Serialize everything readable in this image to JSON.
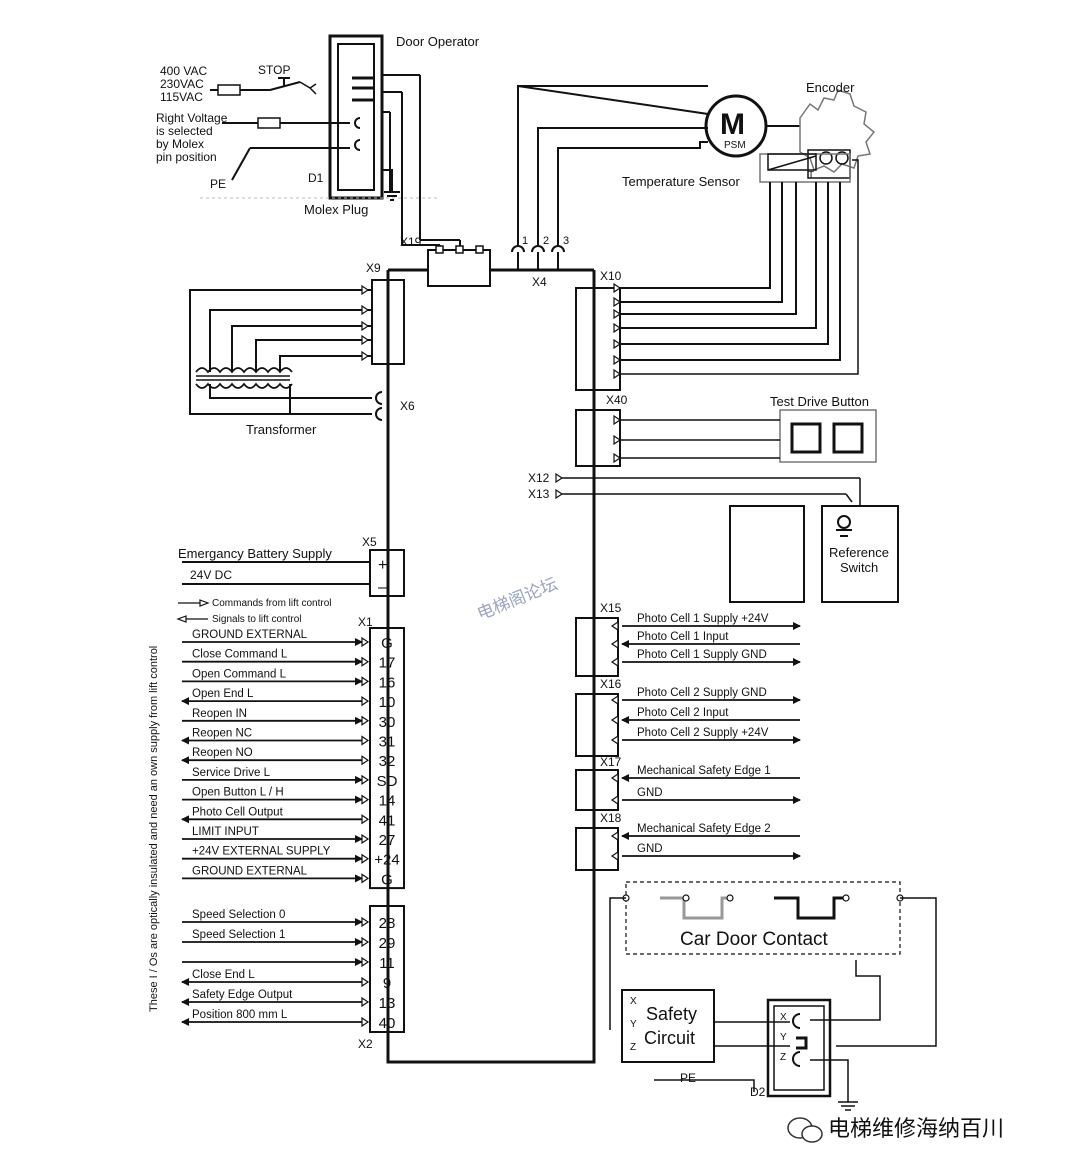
{
  "top": {
    "door_operator": "Door Operator",
    "voltages": [
      "400 VAC",
      "230VAC",
      "115VAC"
    ],
    "stop": "STOP",
    "right_voltage": [
      "Right Voltage",
      "is selected",
      "by Molex",
      "pin position"
    ],
    "pe": "PE",
    "d1": "D1",
    "molex_plug": "Molex Plug",
    "encoder": "Encoder",
    "motor_letter": "M",
    "motor_type": "PSM",
    "temperature_sensor": "Temperature Sensor",
    "t_label": "T"
  },
  "connectors": {
    "x19": "X19",
    "x4": "X4",
    "x4_pins": [
      "1",
      "2",
      "3"
    ],
    "x9": "X9",
    "x6": "X6",
    "x10": "X10",
    "x40": "X40",
    "x12": "X12",
    "x13": "X13",
    "x5": "X5",
    "x1": "X1",
    "x2": "X2",
    "x15": "X15",
    "x16": "X16",
    "x17": "X17",
    "x18": "X18",
    "d2": "D2"
  },
  "left": {
    "transformer": "Transformer",
    "emergency": "Emergancy Battery Supply",
    "dc24": "24V DC",
    "x5_plus": "+",
    "x5_minus": "–",
    "legend_commands": "Commands from lift control",
    "legend_signals": "Signals to lift control",
    "vertical_note": "These I / Os are optically insulated and need an own supply from lift control",
    "x1_rows": [
      {
        "label": "GROUND EXTERNAL",
        "pin": "G"
      },
      {
        "label": "Close Command  L",
        "pin": "17"
      },
      {
        "label": "Open Command  L",
        "pin": "16"
      },
      {
        "label": "Open End  L",
        "pin": "10"
      },
      {
        "label": "Reopen  IN",
        "pin": "30"
      },
      {
        "label": "Reopen  NC",
        "pin": "31"
      },
      {
        "label": "Reopen  NO",
        "pin": "32"
      },
      {
        "label": "Service Drive  L",
        "pin": "SD"
      },
      {
        "label": "Open Button  L / H",
        "pin": "14"
      },
      {
        "label": "Photo Cell Output",
        "pin": "41"
      },
      {
        "label": "LIMIT INPUT",
        "pin": "27"
      },
      {
        "label": "+24V EXTERNAL SUPPLY",
        "pin": "+24"
      },
      {
        "label": "GROUND EXTERNAL",
        "pin": "G"
      }
    ],
    "x2_rows": [
      {
        "label": "Speed Selection 0",
        "pin": "28"
      },
      {
        "label": "Speed Selection 1",
        "pin": "29"
      },
      {
        "label": "",
        "pin": "11"
      },
      {
        "label": "Close End  L",
        "pin": "9"
      },
      {
        "label": "Safety Edge Output",
        "pin": "13"
      },
      {
        "label": "Position 800 mm  L",
        "pin": "40"
      }
    ]
  },
  "right": {
    "test_drive": "Test Drive Button",
    "reference_switch": [
      "Reference",
      "Switch"
    ],
    "x15_rows": [
      "Photo Cell 1 Supply +24V",
      "Photo Cell 1 Input",
      "Photo Cell 1 Supply GND"
    ],
    "x16_rows": [
      "Photo Cell 2 Supply GND",
      "Photo Cell 2 Input",
      "Photo Cell 2 Supply +24V"
    ],
    "x17_rows": [
      "Mechanical Safety Edge 1",
      "GND"
    ],
    "x18_rows": [
      "Mechanical Safety Edge 2",
      "GND"
    ],
    "car_door_contact": "Car Door Contact",
    "safety_circuit": [
      "Safety",
      "Circuit"
    ],
    "xyz": [
      "X",
      "Y",
      "Z"
    ],
    "pe": "PE"
  },
  "watermark_center": "电梯阁论坛",
  "watermark_corner": "电梯维修海纳百川"
}
